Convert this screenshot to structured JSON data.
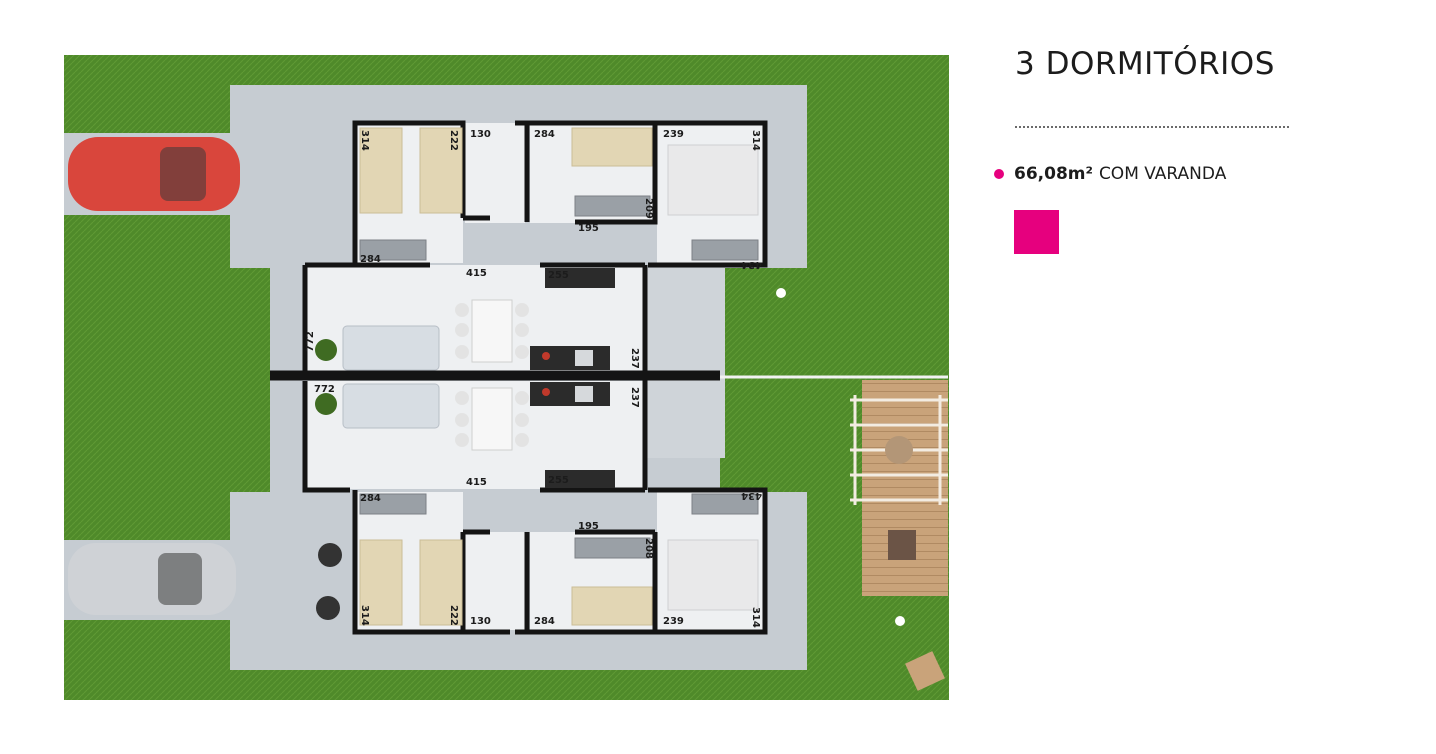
{
  "heading": {
    "title": "3 DORMITÓRIOS"
  },
  "legend": {
    "area": "66,08m²",
    "label": "COM VARANDA",
    "color": "#e6007e"
  },
  "floorplan": {
    "dimensions": {
      "top": {
        "bedroom1_width": "314",
        "bedroom1_depth": "222",
        "bathroom_width": "130",
        "bedroom2_width": "284",
        "bedroom2_closet": "209",
        "bedroom2_bottom": "195",
        "suite_width": "239",
        "suite_depth": "314",
        "suite_bottom": "434",
        "bedroom1_bottom": "284",
        "living_width": "415",
        "kitchen_width": "255",
        "living_depth": "772",
        "service_depth": "237"
      },
      "bottom": {
        "living_depth": "772",
        "service_depth": "237",
        "living_width": "415",
        "kitchen_width": "255",
        "bedroom1_top": "284",
        "suite_top": "434",
        "bedroom2_top": "195",
        "bedroom2_closet": "208",
        "bedroom1_width": "314",
        "bedroom1_depth": "222",
        "bathroom_width": "130",
        "bedroom2_width": "284",
        "suite_width": "239",
        "suite_depth": "314"
      }
    },
    "colors": {
      "lawn": "#4f8a2a",
      "pavement": "#c6ccd2",
      "wall": "#141414",
      "floor": "#eef0f2",
      "deck": "#c9a37a",
      "car_top": "#d9463c",
      "car_bottom": "#cfd2d6"
    }
  }
}
